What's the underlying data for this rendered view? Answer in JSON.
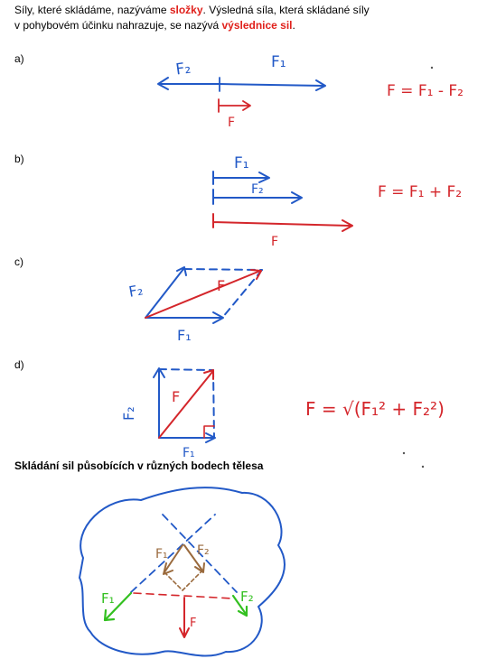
{
  "intro": {
    "line1_a": "Síly, které skládáme, nazýváme ",
    "line1_red": "složky",
    "line1_b": ". Výsledná síla, která skládané síly",
    "line2_a": "v pohybovém účinku nahrazuje, se nazývá ",
    "line2_red": "výslednice sil",
    "line2_b": "."
  },
  "parts": {
    "a": "a)",
    "b": "b)",
    "c": "c)",
    "d": "d)"
  },
  "heading2": "Skládání sil působících v různých bodech tělesa",
  "handwriting": {
    "a_f2": "F₂",
    "a_f1": "F₁",
    "a_f": "F",
    "a_eq": "F = F₁ - F₂",
    "b_f1": "F₁",
    "b_f2": "F₂",
    "b_f": "F",
    "b_eq": "F = F₁ + F₂",
    "c_f2": "F₂",
    "c_f": "F",
    "c_f1": "F₁",
    "d_f2": "F₂",
    "d_f": "F",
    "d_f1": "F₁",
    "d_eq": "F = √(F₁² + F₂²)",
    "e_f1": "F₁",
    "e_f2": "F₂",
    "e_brown1": "F₁",
    "e_brown2": "F₂",
    "e_f": "F"
  },
  "colors": {
    "blue": "#2259c7",
    "red": "#d4262b",
    "green": "#33c020",
    "brown": "#9a6a3d",
    "accent": "#e0201b"
  }
}
